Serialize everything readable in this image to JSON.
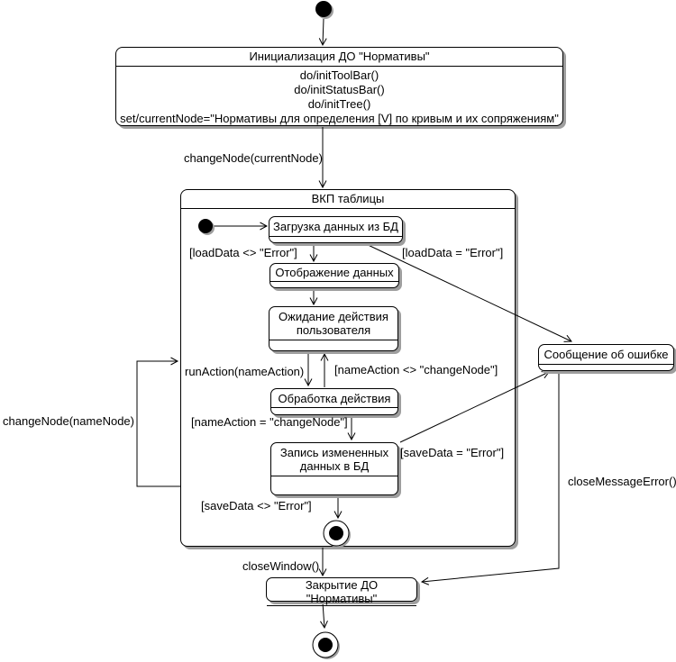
{
  "diagram": {
    "title": "UML state diagram",
    "colors": {
      "line": "#000000",
      "fill": "#ffffff",
      "shadow": "#9e9e9e"
    },
    "states": {
      "init": {
        "title": "Инициализация ДО \"Нормативы\"",
        "actions": [
          "do/initToolBar()",
          "do/initStatusBar()",
          "do/initTree()",
          "set/currentNode=\"Нормативы для определения [V] по кривым и их сопряжениям\""
        ]
      },
      "vkp": {
        "title": "ВКП таблицы"
      },
      "load": {
        "title": "Загрузка данных из БД"
      },
      "display": {
        "title": "Отображение данных"
      },
      "wait": {
        "title": "Ожидание действия пользователя"
      },
      "process": {
        "title": "Обработка действия"
      },
      "save": {
        "title": "Запись измененных данных в БД"
      },
      "error_msg": {
        "title": "Сообщение об ошибке"
      },
      "close": {
        "title": "Закрытие ДО \"Нормативы\""
      }
    },
    "transitions": {
      "change_node_current": "changeNode(currentNode)",
      "load_ok": "[loadData <> \"Error\"]",
      "load_err": "[loadData = \"Error\"]",
      "run_action": "runAction(nameAction)",
      "action_not_change": "[nameAction <> \"changeNode\"]",
      "action_change": "[nameAction = \"changeNode\"]",
      "save_err": "[saveData = \"Error\"]",
      "save_ok": "[saveData <> \"Error\"]",
      "change_node_name": "changeNode(nameNode)",
      "close_window": "closeWindow()",
      "close_message_error": "closeMessageError()"
    }
  }
}
